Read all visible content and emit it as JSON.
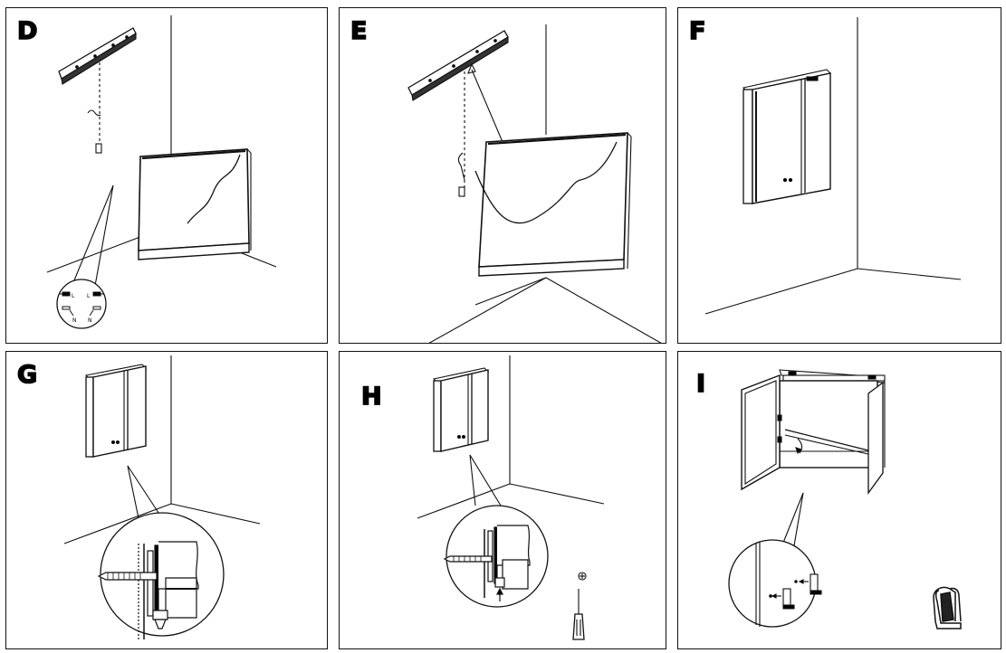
{
  "panels": [
    {
      "id": "D",
      "label": "D",
      "wiring": {
        "line": "L",
        "neutral": "N"
      }
    },
    {
      "id": "E",
      "label": "E"
    },
    {
      "id": "F",
      "label": "F"
    },
    {
      "id": "G",
      "label": "G"
    },
    {
      "id": "H",
      "label": "H"
    },
    {
      "id": "I",
      "label": "I"
    }
  ],
  "colors": {
    "line": "#111111",
    "background": "#ffffff"
  }
}
